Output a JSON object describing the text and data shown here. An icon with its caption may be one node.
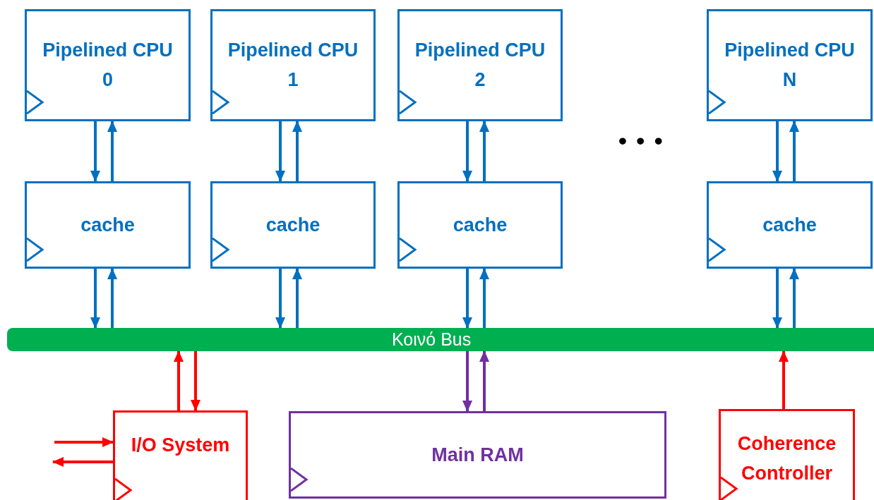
{
  "diagram": {
    "nodes": [
      {
        "text": [
          "Pipelined CPU 0"
        ]
      },
      {
        "text": [
          "Pipelined CPU 1"
        ]
      },
      {
        "text": [
          "Pipelined CPU 2"
        ]
      },
      {
        "text": [
          "Pipelined CPU N"
        ]
      },
      {
        "text": [
          "cache"
        ]
      },
      {
        "text": [
          "cache"
        ]
      },
      {
        "text": [
          "cache"
        ]
      },
      {
        "text": [
          "cache"
        ]
      },
      {
        "text": [
          "Κοινό Bus"
        ]
      },
      {
        "text": [
          "I/O System"
        ]
      },
      {
        "text": [
          "Main RAM"
        ]
      },
      {
        "text": [
          "Coherence Controller"
        ]
      }
    ],
    "edges": [
      {
        "from": 0,
        "to": 4,
        "arrow": "to"
      },
      {
        "from": 4,
        "to": 0,
        "arrow": "to"
      },
      {
        "from": 4,
        "to": 8,
        "arrow": "to"
      },
      {
        "from": 8,
        "to": 4,
        "arrow": "to"
      },
      {
        "from": 1,
        "to": 5,
        "arrow": "to"
      },
      {
        "from": 5,
        "to": 1,
        "arrow": "to"
      },
      {
        "from": 5,
        "to": 8,
        "arrow": "to"
      },
      {
        "from": 8,
        "to": 5,
        "arrow": "to"
      },
      {
        "from": 2,
        "to": 6,
        "arrow": "to"
      },
      {
        "from": 6,
        "to": 2,
        "arrow": "to"
      },
      {
        "from": 6,
        "to": 8,
        "arrow": "to"
      },
      {
        "from": 8,
        "to": 6,
        "arrow": "to"
      },
      {
        "from": 3,
        "to": 7,
        "arrow": "to"
      },
      {
        "from": 7,
        "to": 3,
        "arrow": "to"
      },
      {
        "from": 7,
        "to": 8,
        "arrow": "to"
      },
      {
        "from": 8,
        "to": 7,
        "arrow": "to"
      },
      {
        "from": 9,
        "to": 8,
        "arrow": "to",
        "color": "#ff0000"
      },
      {
        "from": 8,
        "to": 9,
        "arrow": "to",
        "color": "#ff0000"
      },
      {
        "from": 8,
        "to": 10,
        "arrow": "to",
        "color": "#7030a0"
      },
      {
        "from": 10,
        "to": 8,
        "arrow": "to",
        "color": "#7030a0"
      },
      {
        "from": 11,
        "to": 8,
        "arrow": "to",
        "color": "#ff0000"
      },
      {
        "from": null,
        "to": 9,
        "arrow": "to",
        "color": "#ff0000"
      },
      {
        "from": 9,
        "to": null,
        "arrow": "to",
        "color": "#ff0000"
      }
    ],
    "labels": [
      "• • •"
    ]
  }
}
